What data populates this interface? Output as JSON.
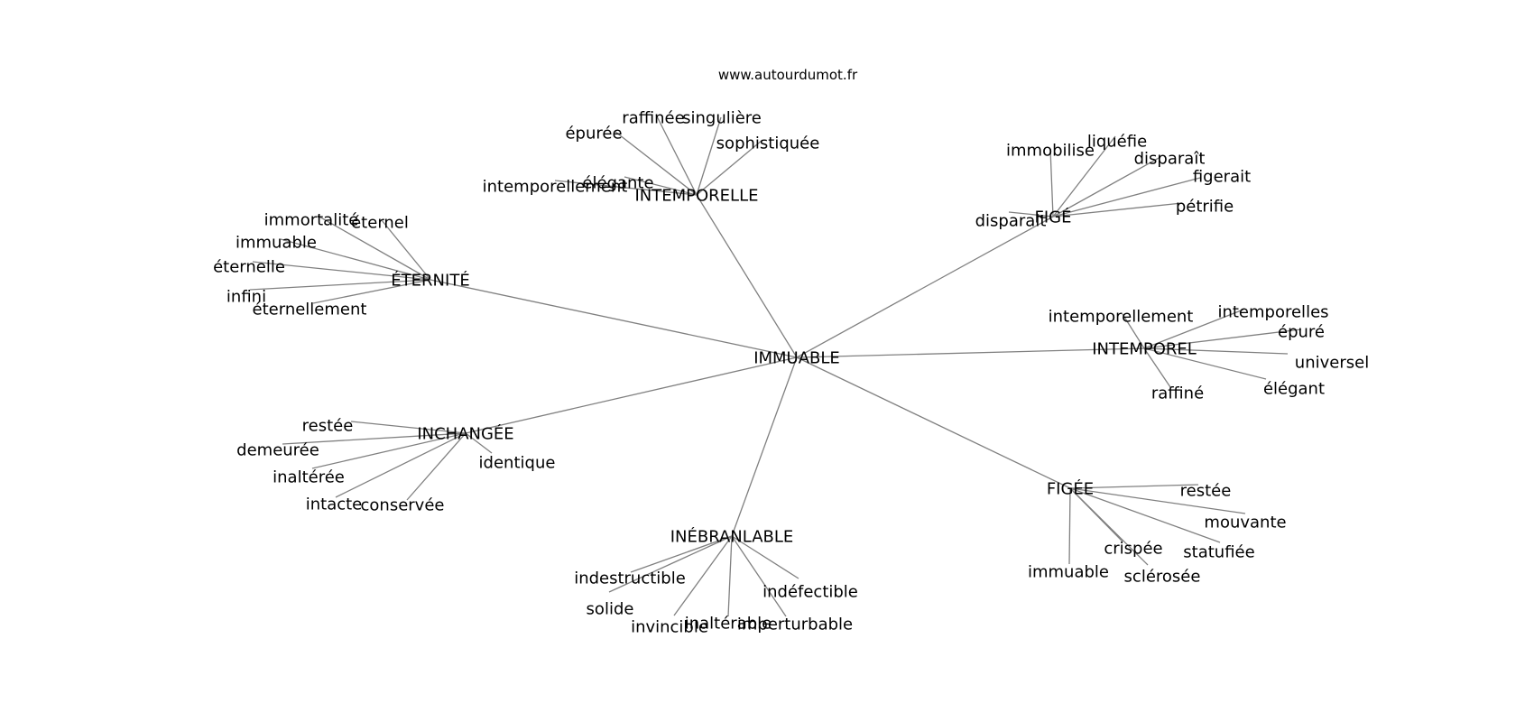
{
  "source": "www.autourdumot.fr",
  "graph": {
    "root": "IMMUABLE",
    "hubs": [
      {
        "id": "intemporelle",
        "label": "INTEMPORELLE",
        "leaves": [
          "intemporellement",
          "élégante",
          "épurée",
          "raffinée",
          "singulière",
          "sophistiquée"
        ]
      },
      {
        "id": "fige",
        "label": "FIGÉ",
        "leaves": [
          "immobilise",
          "liquéfie",
          "disparaît",
          "figerait",
          "pétrifie",
          "disparait"
        ]
      },
      {
        "id": "eternite",
        "label": "ÉTERNITÉ",
        "leaves": [
          "immortalité",
          "éternel",
          "immuable",
          "éternelle",
          "infini",
          "éternellement"
        ]
      },
      {
        "id": "intemporel",
        "label": "INTEMPOREL",
        "leaves": [
          "intemporellement",
          "intemporelles",
          "épuré",
          "universel",
          "élégant",
          "raffiné"
        ]
      },
      {
        "id": "inchangee",
        "label": "INCHANGÉE",
        "leaves": [
          "restée",
          "demeurée",
          "inaltérée",
          "intacte",
          "conservée",
          "identique"
        ]
      },
      {
        "id": "figee",
        "label": "FIGÉE",
        "leaves": [
          "restée",
          "mouvante",
          "statufiée",
          "sclérosée",
          "crispée",
          "immuable"
        ]
      },
      {
        "id": "inebranlable",
        "label": "INÉBRANLABLE",
        "leaves": [
          "indestructible",
          "solide",
          "invincible",
          "inaltérable",
          "imperturbable",
          "indéfectible"
        ]
      }
    ]
  }
}
